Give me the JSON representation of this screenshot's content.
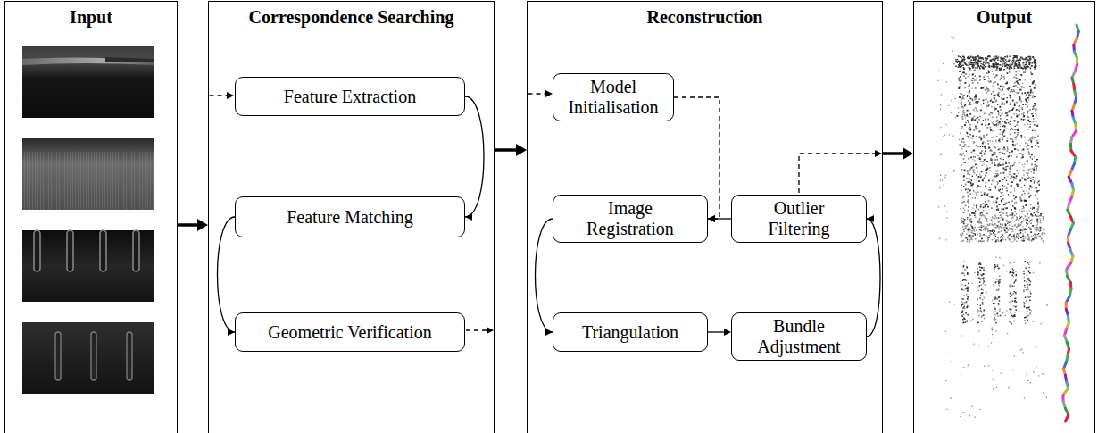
{
  "diagram": {
    "nodes": [
      {
        "text": [
          "Input"
        ]
      },
      {
        "text": [
          "Correspondence Searching"
        ]
      },
      {
        "text": [
          "Feature Extraction"
        ],
        "in": 1
      },
      {
        "text": [
          "Feature Matching"
        ],
        "in": 1
      },
      {
        "text": [
          "Geometric Verification"
        ],
        "in": 1
      },
      {
        "text": [
          "Reconstruction"
        ]
      },
      {
        "text": [
          "Model Initialisation"
        ],
        "in": 5
      },
      {
        "text": [
          "Image Registration"
        ],
        "in": 5
      },
      {
        "text": [
          "Outlier Filtering"
        ],
        "in": 5
      },
      {
        "text": [
          "Triangulation"
        ],
        "in": 5
      },
      {
        "text": [
          "Bundle Adjustment"
        ],
        "in": 5
      },
      {
        "text": [
          "Output"
        ]
      }
    ],
    "edges": [
      {
        "from": 0,
        "to": 1,
        "arrow": "to"
      },
      {
        "from": 1,
        "to": 5,
        "arrow": "to"
      },
      {
        "from": 5,
        "to": 11,
        "arrow": "to"
      },
      {
        "from": 2,
        "to": 3,
        "arrow": "to"
      },
      {
        "from": 3,
        "to": 4,
        "arrow": "to"
      },
      {
        "from": 6,
        "to": 7,
        "arrow": "to"
      },
      {
        "from": 7,
        "to": 9,
        "arrow": "to"
      },
      {
        "from": 9,
        "to": 10,
        "arrow": "to"
      },
      {
        "from": 10,
        "to": 8,
        "arrow": "to"
      },
      {
        "from": 8,
        "to": 7,
        "arrow": "to"
      }
    ]
  }
}
